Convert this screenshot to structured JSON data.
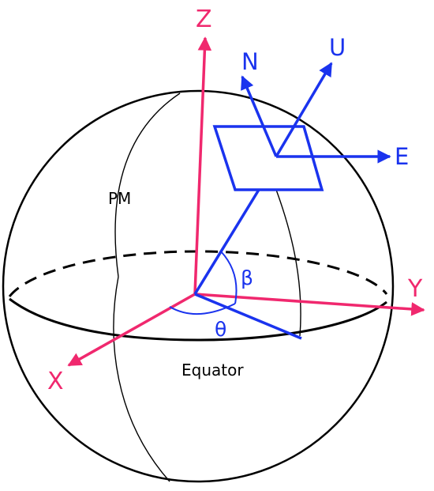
{
  "labels": {
    "z_axis": "Z",
    "y_axis": "Y",
    "x_axis": "X",
    "north": "N",
    "up": "U",
    "east": "E",
    "beta": "β",
    "theta": "θ",
    "prime_meridian": "PM",
    "equator": "Equator"
  },
  "colors": {
    "axis": "#f0286e",
    "local_frame": "#1a33ee",
    "sphere": "#000000"
  }
}
